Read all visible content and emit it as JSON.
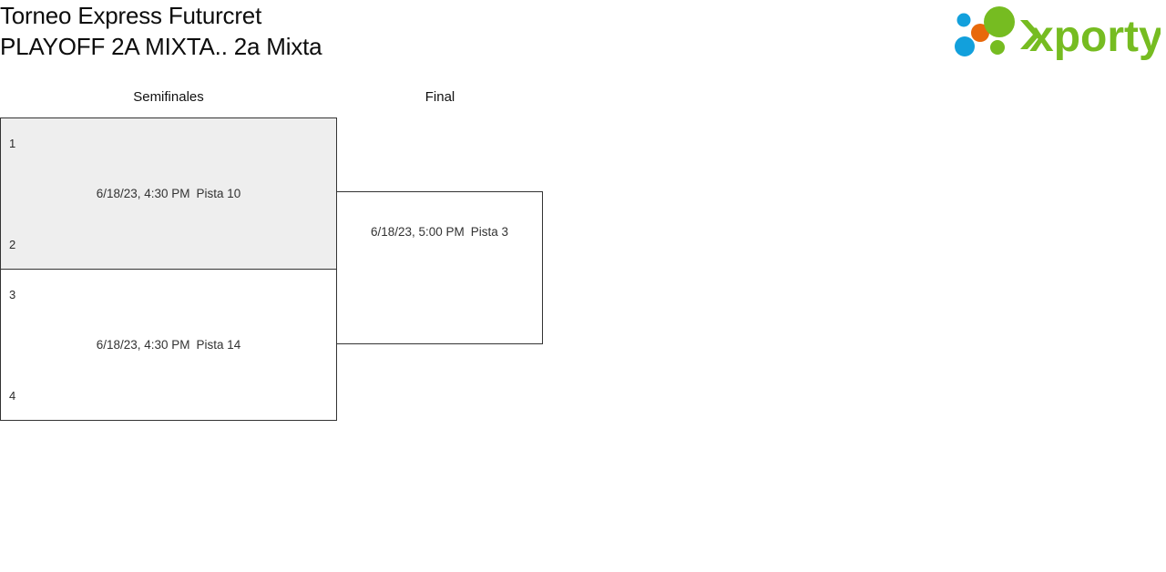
{
  "header": {
    "title_line_1": "Torneo Express Futurcret",
    "title_line_2": "PLAYOFF 2A MIXTA.. 2a Mixta",
    "logo_name": "xporty-logo",
    "logo_text": "xporty",
    "colors": {
      "logo_green": "#76bc21",
      "logo_blue": "#12a0dc",
      "logo_orange": "#e8690b",
      "text": "#0d0d0d"
    }
  },
  "bracket": {
    "rounds": [
      {
        "label": "Semifinales"
      },
      {
        "label": "Final"
      }
    ],
    "matches": [
      {
        "round": "Semifinales",
        "seed_top": "1",
        "seed_bottom": "2",
        "datetime": "6/18/23, 4:30 PM",
        "court": "Pista 10",
        "shaded": true
      },
      {
        "round": "Semifinales",
        "seed_top": "3",
        "seed_bottom": "4",
        "datetime": "6/18/23, 4:30 PM",
        "court": "Pista 14",
        "shaded": false
      },
      {
        "round": "Final",
        "seed_top": "",
        "seed_bottom": "",
        "datetime": "6/18/23, 5:00 PM",
        "court": "Pista 3",
        "shaded": false
      }
    ],
    "colors": {
      "border": "#333333",
      "shaded_bg": "#eeeeee",
      "plain_bg": "#ffffff"
    }
  }
}
